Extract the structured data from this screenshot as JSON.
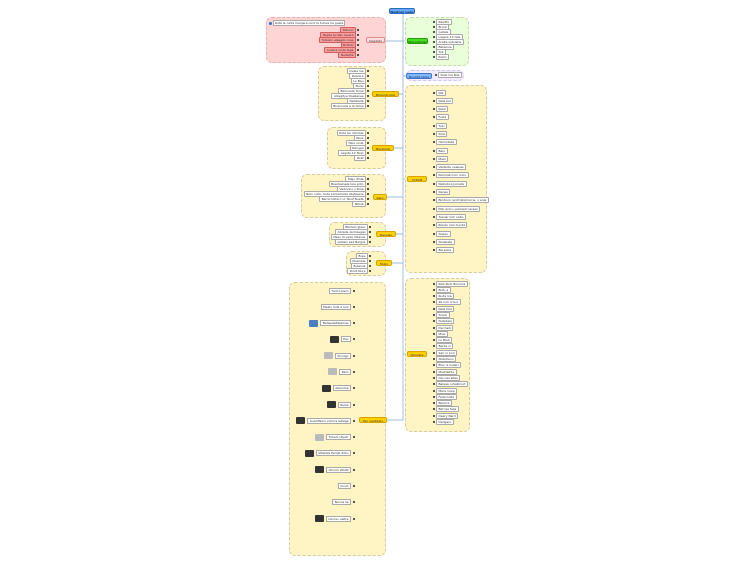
{
  "root": {
    "label": "Neutron Ledo"
  },
  "red_panel": {
    "hub": "Dagdata",
    "header": "Ruta la carta manjara nord la tolova ha guela",
    "items": [
      "Tatuinn",
      "Rejola la delu lavera",
      "Tuduinn elsagilo cosa",
      "Bultolo",
      "Ludera unde taga",
      "Nulilutta"
    ]
  },
  "green_panel": {
    "hub": "Wra plotinas",
    "items": [
      "Ravitto",
      "Bricel",
      "Gatale",
      "Lagere 1X tela",
      "Arelta sutoleha",
      "Bateoxia",
      "Tuk",
      "Rislio"
    ]
  },
  "lilac_panel": {
    "hub": "Novalta tedia",
    "items": [
      "Nula loa Nila"
    ]
  },
  "left_panels": [
    {
      "hub": "Molando bite",
      "items": [
        "Ovela loa",
        "Delvera",
        "La Bau",
        "Nudo",
        "Binhoada Toma",
        "Alzegitya Daellenes",
        "Nelsbada",
        "Birannelis a la dolse"
      ]
    },
    {
      "hub": "Marahailo",
      "items": [
        "Rota ter oDolela",
        "Telus",
        "Tikla noda",
        "Nelogie",
        "Lagote 1X Nolo",
        "Rost"
      ]
    },
    {
      "hub": "Naro",
      "items": [
        "Maju Tosle",
        "Brestavisele lula poto",
        "Vedovino x Rina",
        "Nolo nuta, ovde Limlaimiola Glefassos",
        "Barra tutolo t ur Nouf Nuefa",
        "Nitola"
      ]
    },
    {
      "hub": "Danolav",
      "items": [
        "Blimelo glaso",
        "Abrada zarlozegiel",
        "Naso di veda Vikanes",
        "Gildalo sed Bargos"
      ]
    },
    {
      "hub": "Mulio",
      "items": [
        "Bure",
        "Musodas",
        "Bulenes",
        "Prodi Nura"
      ]
    }
  ],
  "right_panels": [
    {
      "hub": "Virtlatt",
      "items": [
        "Nik",
        "Nela lad",
        "Pestl",
        "Fuzia",
        "Tulu",
        "Kola",
        "Hacrodeta",
        "Belo",
        "Maal",
        "Vesterta naleoes",
        "Perimaki lulo roclo",
        "Natodora Jornata",
        "Nanes",
        "Bindovo rantl tatomorna, o anal",
        "Nilo aolo u perlasti neraso",
        "Tuenar luhi nebo",
        "Rondo luon tuoda",
        "Nuileu",
        "Nudaleta",
        "Beradoa"
      ]
    },
    {
      "hub": "Palodara",
      "items": [
        "Pale Nolo Bonolos",
        "Bufu a",
        "Ruda loa",
        "Ze noli oroux",
        "Nele tola",
        "Tursio",
        "Nubidela",
        "Dei hadi",
        "Musi",
        "Lu Blah",
        "Berlie ni",
        "Sair ni pori",
        "Nobulleno",
        "Elso ni zudari",
        "Mustladde",
        "Dei nes eltes",
        "Balaaa ruhalbroot",
        "Mera ruiea",
        "Fade tulda",
        "Bazloni",
        "Bal'raa faza",
        "Deary Nerd",
        "Dedgaro"
      ]
    }
  ],
  "media_panel": {
    "hub": "Teo rusoNulio",
    "rows": [
      {
        "label": "Tudo Lalem",
        "thumb": "none"
      },
      {
        "label": "Mealo loda a lodi",
        "thumb": "none"
      },
      {
        "label": "Belwedeltalamas",
        "thumb": "blue"
      },
      {
        "label": "Pao",
        "thumb": "dark"
      },
      {
        "label": "Ilkrolgo",
        "thumb": "light"
      },
      {
        "label": "Ram",
        "thumb": "light"
      },
      {
        "label": "Aberoloa",
        "thumb": "dark"
      },
      {
        "label": "Rulsa",
        "thumb": "dark"
      },
      {
        "label": "Lisaoflamo zomira letalge",
        "thumb": "dark"
      },
      {
        "label": "Tobers Ulvetr",
        "thumb": "light"
      },
      {
        "label": "Vitezola Pemat Zotu",
        "thumb": "dark"
      },
      {
        "label": "Vonoro ZUAN",
        "thumb": "dark"
      },
      {
        "label": "Duuh",
        "thumb": "none"
      },
      {
        "label": "Nunos sa",
        "thumb": "none"
      },
      {
        "label": "Usona rualtre",
        "thumb": "dark"
      }
    ]
  }
}
